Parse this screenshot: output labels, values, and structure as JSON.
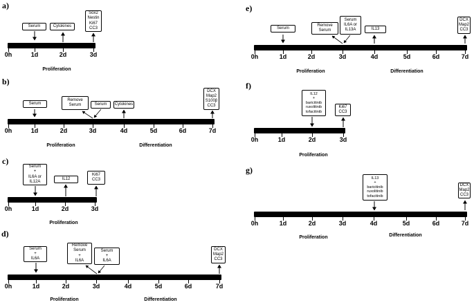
{
  "colors": {
    "bar": "#000000",
    "box_border": "#000000",
    "text": "#000000",
    "background": "#ffffff"
  },
  "panels": {
    "a": {
      "letter": "a)",
      "boxes": {
        "serum": "Serum",
        "cytokines": "Cytokines",
        "readout": "Sox2\nNestin\nKi67\nCC3"
      },
      "ticks": [
        "0h",
        "1d",
        "2d",
        "3d"
      ],
      "phases": {
        "proliferation": "Proliferation"
      }
    },
    "b": {
      "letter": "b)",
      "boxes": {
        "serum": "Serum",
        "remove_serum": "Remove\nSerum",
        "serum_2": "Serum",
        "cytokines": "Cytokines",
        "readout": "DCX\nMap2\nS100β\nCC3"
      },
      "ticks": [
        "0h",
        "1d",
        "2d",
        "3d",
        "4d",
        "5d",
        "6d",
        "7d"
      ],
      "phases": {
        "proliferation": "Proliferation",
        "differentiation": "Differentiation"
      }
    },
    "c": {
      "letter": "c)",
      "boxes": {
        "serum_il": "Serum\n+\nIL6A or\nIL12A",
        "il12": "IL12",
        "readout": "Ki67\nCC3"
      },
      "ticks": [
        "0h",
        "1d",
        "2d",
        "3d"
      ],
      "phases": {
        "proliferation": "Proliferation"
      }
    },
    "d": {
      "letter": "d)",
      "boxes": {
        "serum_il6a": "Serum\n+\nIL6A",
        "remove_serum": "Remove\nSerum\n+\nIL6A",
        "serum_il6a_2": "Serum\n+\nIL6A",
        "readout": "DCX\nMap2\nCC3"
      },
      "ticks": [
        "0h",
        "1d",
        "2d",
        "3d",
        "4d",
        "5d",
        "6d",
        "7d"
      ],
      "phases": {
        "proliferation": "Proliferation",
        "differentiation": "Differentiation"
      }
    },
    "e": {
      "letter": "e)",
      "boxes": {
        "serum": "Serum",
        "remove_serum": "Remove\nSerum",
        "serum_il": "Serum\nIL6A or\nIL13A",
        "il13": "IL13",
        "readout": "DCX\nMap2\nCC3"
      },
      "ticks": [
        "0h",
        "1d",
        "2d",
        "3d",
        "4d",
        "5d",
        "6d",
        "7d"
      ],
      "phases": {
        "proliferation": "Proliferation",
        "differentiation": "Differentiation"
      }
    },
    "f": {
      "letter": "f)",
      "boxes": {
        "treatment": "IL12\n+\nbaricitinib\nruxolitinib\ntofacitinib",
        "readout": "Ki67\nCC3"
      },
      "ticks": [
        "0h",
        "1d",
        "2d",
        "3d"
      ],
      "phases": {
        "proliferation": "Proliferation"
      }
    },
    "g": {
      "letter": "g)",
      "boxes": {
        "treatment": "IL13\n+\nbaricitinib\nruxolitinib\ntofacitinib",
        "readout": "DCX\nMap2\nCC3"
      },
      "ticks": [
        "0h",
        "1d",
        "2d",
        "3d",
        "4d",
        "5d",
        "6d",
        "7d"
      ],
      "phases": {
        "proliferation": "Proliferation",
        "differentiation": "Differentiation"
      }
    }
  }
}
